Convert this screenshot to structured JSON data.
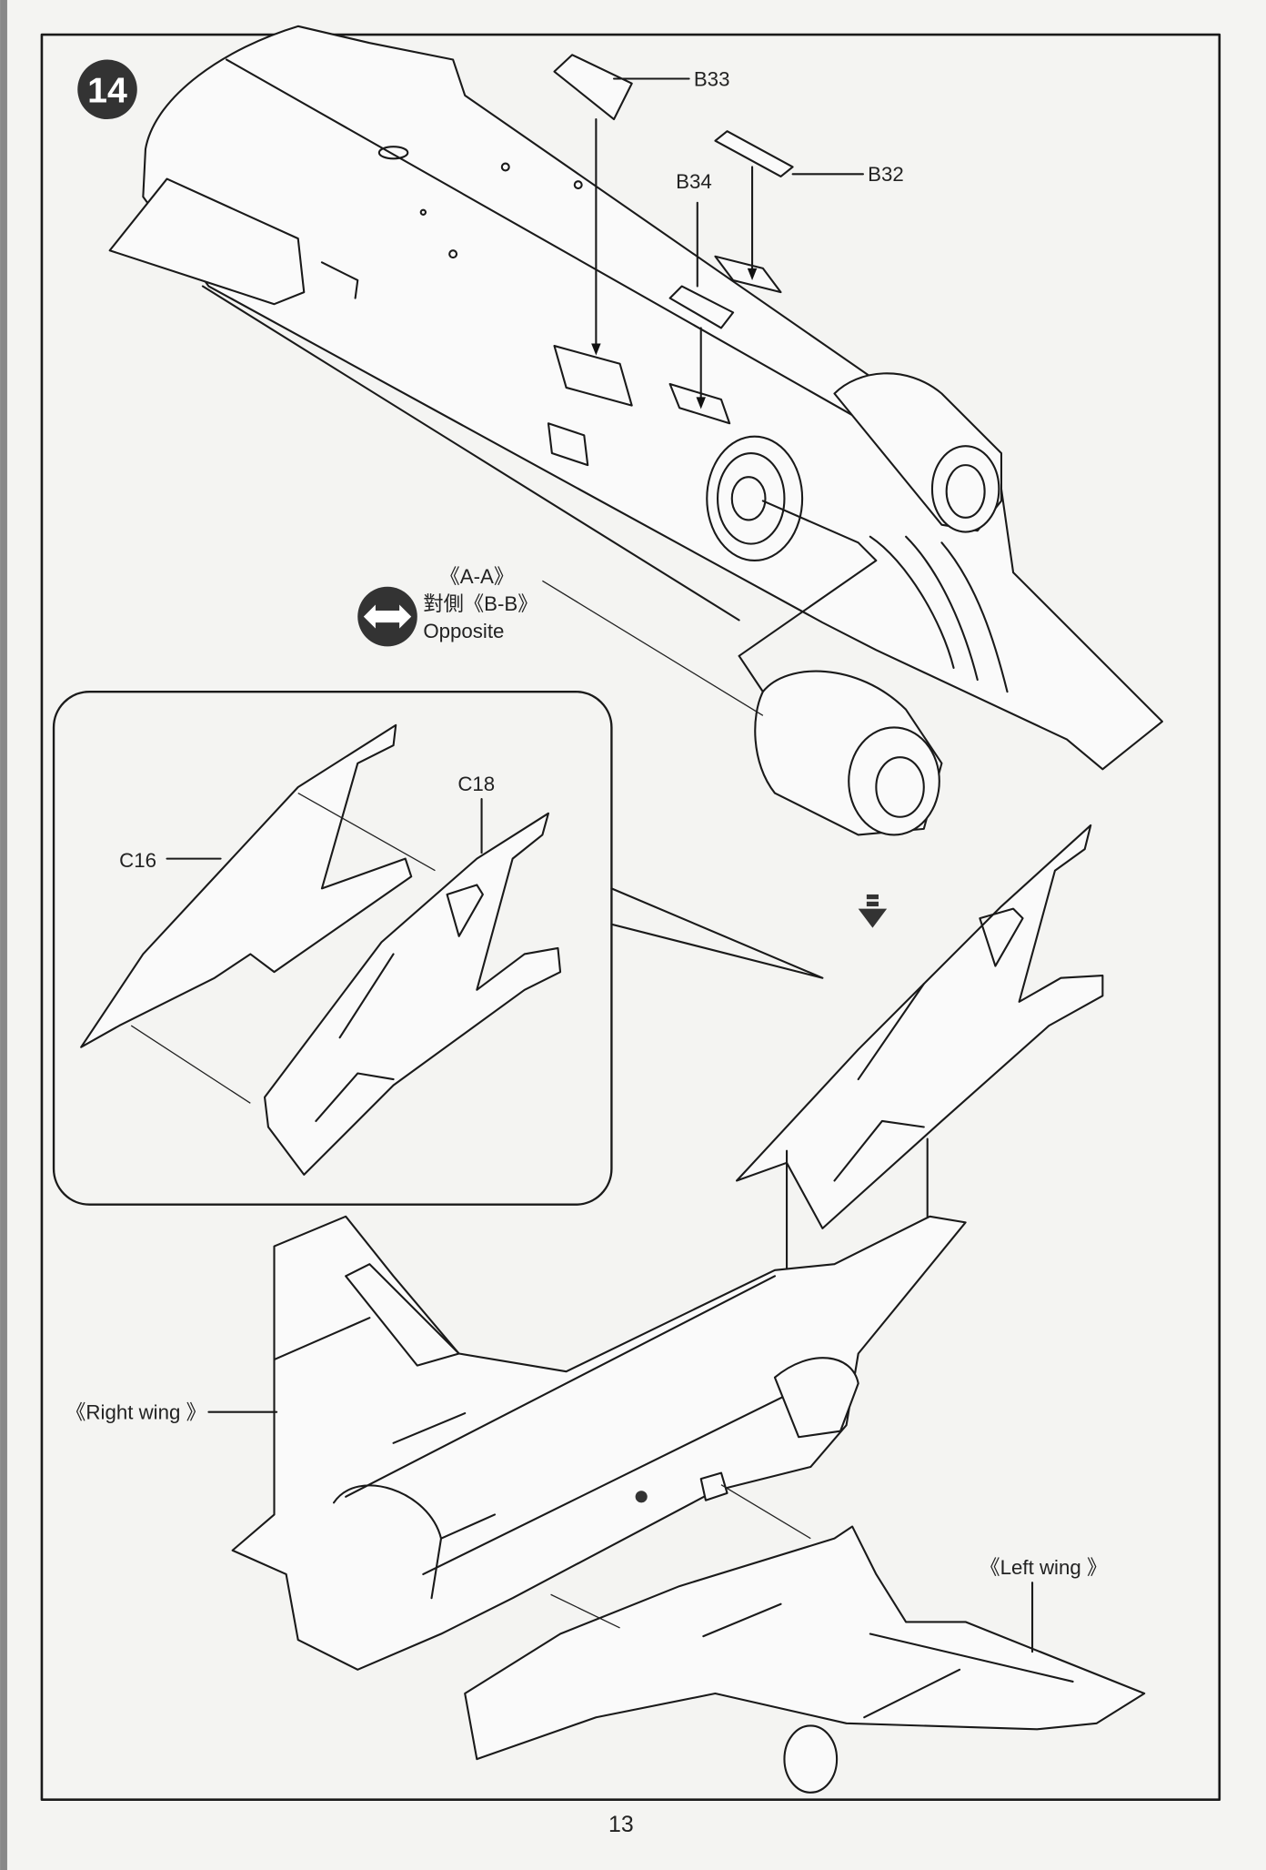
{
  "step": {
    "number": "14"
  },
  "parts": {
    "b33": "B33",
    "b32": "B32",
    "b34": "B34",
    "c16": "C16",
    "c18": "C18"
  },
  "opposite": {
    "line1": "《A-A》",
    "line2": "對側《B-B》",
    "line3": "Opposite",
    "icon": "double-arrow-icon"
  },
  "wings": {
    "right": "《Right wing 》",
    "left": "《Left wing 》"
  },
  "page_number": "13",
  "colors": {
    "ink": "#1a1a1a",
    "paper": "#f4f4f2",
    "badge": "#333333"
  }
}
